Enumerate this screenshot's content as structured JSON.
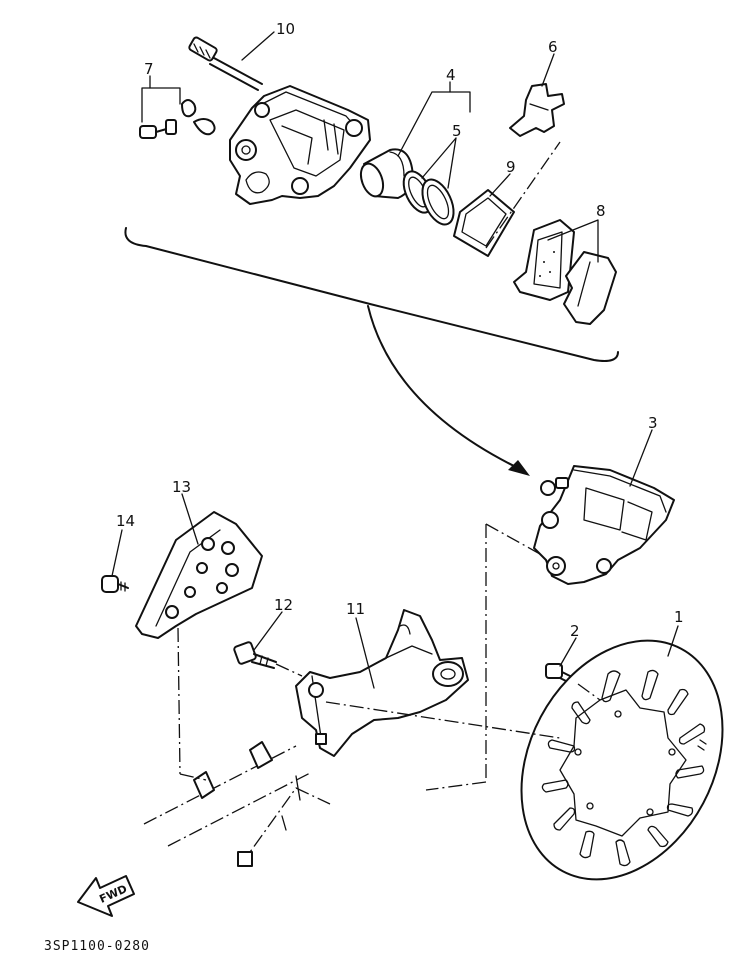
{
  "diagram": {
    "labels": {
      "p1": "1",
      "p2": "2",
      "p3": "3",
      "p4": "4",
      "p5": "5",
      "p6": "6",
      "p7": "7",
      "p8": "8",
      "p9": "9",
      "p10": "10",
      "p11": "11",
      "p12": "12",
      "p13": "13",
      "p14": "14"
    },
    "fwd_label": "FWD",
    "drawing_code": "3SP1100-0280"
  }
}
